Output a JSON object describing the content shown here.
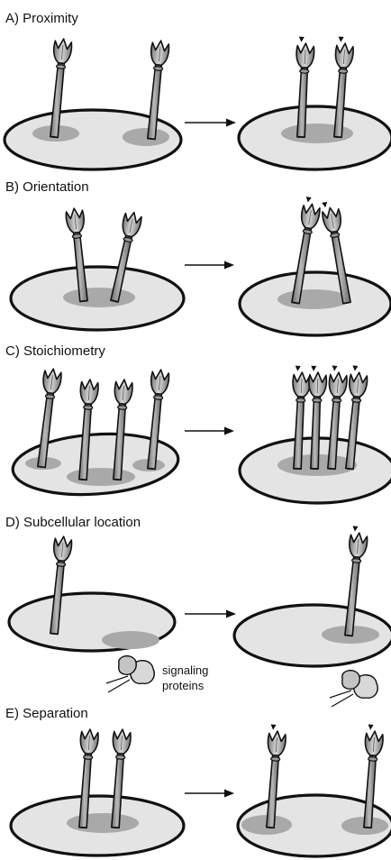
{
  "figure": {
    "panels": [
      {
        "key": "proximity",
        "title": "A) Proximity"
      },
      {
        "key": "orientation",
        "title": "B) Orientation"
      },
      {
        "key": "stoichiometry",
        "title": "C) Stoichiometry"
      },
      {
        "key": "subcellular",
        "title": "D) Subcellular location",
        "annotation": [
          "signaling",
          "proteins"
        ]
      },
      {
        "key": "separation",
        "title": "E) Separation"
      }
    ]
  },
  "colors": {
    "membrane_fill": "#e4e4e4",
    "domain_fill": "#a9a9a9",
    "receptor_fill": "#8a8a8a",
    "receptor_highlight": "#c9c9c9",
    "outline": "#111111"
  },
  "icons": [
    "receptor-icon",
    "membrane-icon",
    "lipid-domain-icon",
    "arrow-icon",
    "phosphorylation-mark-icon",
    "signaling-protein-icon"
  ]
}
